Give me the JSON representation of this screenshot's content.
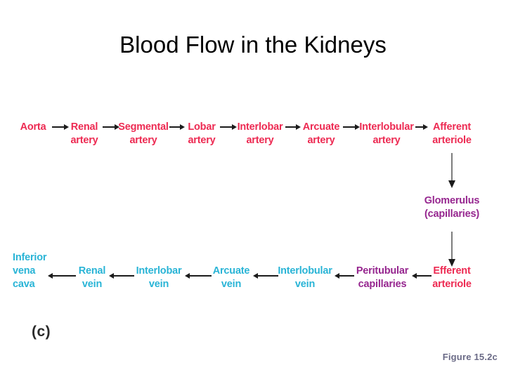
{
  "slide": {
    "title": "Blood Flow in the Kidneys",
    "panel_label": "(c)",
    "figure_caption": "Figure 15.2c",
    "background_color": "#ffffff"
  },
  "colors": {
    "artery_red": "#ed2a52",
    "vein_cyan": "#29b4d6",
    "capillary_purple": "#96268f",
    "arrow_dark": "#1b1b1b",
    "arrow_gray": "#7d7d7d",
    "title_black": "#000000",
    "caption_gray": "#6a6a86"
  },
  "diagram": {
    "arterial_row": [
      {
        "lines": [
          "Aorta"
        ],
        "color_role": "artery"
      },
      {
        "lines": [
          "Renal",
          "artery"
        ],
        "color_role": "artery"
      },
      {
        "lines": [
          "Segmental",
          "artery"
        ],
        "color_role": "artery"
      },
      {
        "lines": [
          "Lobar",
          "artery"
        ],
        "color_role": "artery"
      },
      {
        "lines": [
          "Interlobar",
          "artery"
        ],
        "color_role": "artery"
      },
      {
        "lines": [
          "Arcuate",
          "artery"
        ],
        "color_role": "artery"
      },
      {
        "lines": [
          "Interlobular",
          "artery"
        ],
        "color_role": "artery"
      },
      {
        "lines": [
          "Afferent",
          "arteriole"
        ],
        "color_role": "artery"
      }
    ],
    "glomerulus": {
      "lines": [
        "Glomerulus",
        "(capillaries)"
      ],
      "color_role": "purple"
    },
    "venous_row": [
      {
        "lines": [
          "Inferior",
          "vena",
          "cava"
        ],
        "color_role": "vein"
      },
      {
        "lines": [
          "Renal",
          "vein"
        ],
        "color_role": "vein"
      },
      {
        "lines": [
          "Interlobar",
          "vein"
        ],
        "color_role": "vein"
      },
      {
        "lines": [
          "Arcuate",
          "vein"
        ],
        "color_role": "vein"
      },
      {
        "lines": [
          "Interlobular",
          "vein"
        ],
        "color_role": "vein"
      },
      {
        "lines": [
          "Peritubular",
          "capillaries"
        ],
        "color_role": "purple"
      },
      {
        "lines": [
          "Efferent",
          "arteriole"
        ],
        "color_role": "artery"
      }
    ],
    "flow_sequence": [
      "Aorta",
      "Renal artery",
      "Segmental artery",
      "Lobar artery",
      "Interlobar artery",
      "Arcuate artery",
      "Interlobular artery",
      "Afferent arteriole",
      "Glomerulus (capillaries)",
      "Efferent arteriole",
      "Peritubular capillaries",
      "Interlobular vein",
      "Arcuate vein",
      "Interlobar vein",
      "Renal vein",
      "Inferior vena cava"
    ],
    "arrow_directions": {
      "arterial_row": "right",
      "venous_row": "left",
      "afferent_to_glomerulus": "down",
      "glomerulus_to_efferent": "down"
    }
  }
}
